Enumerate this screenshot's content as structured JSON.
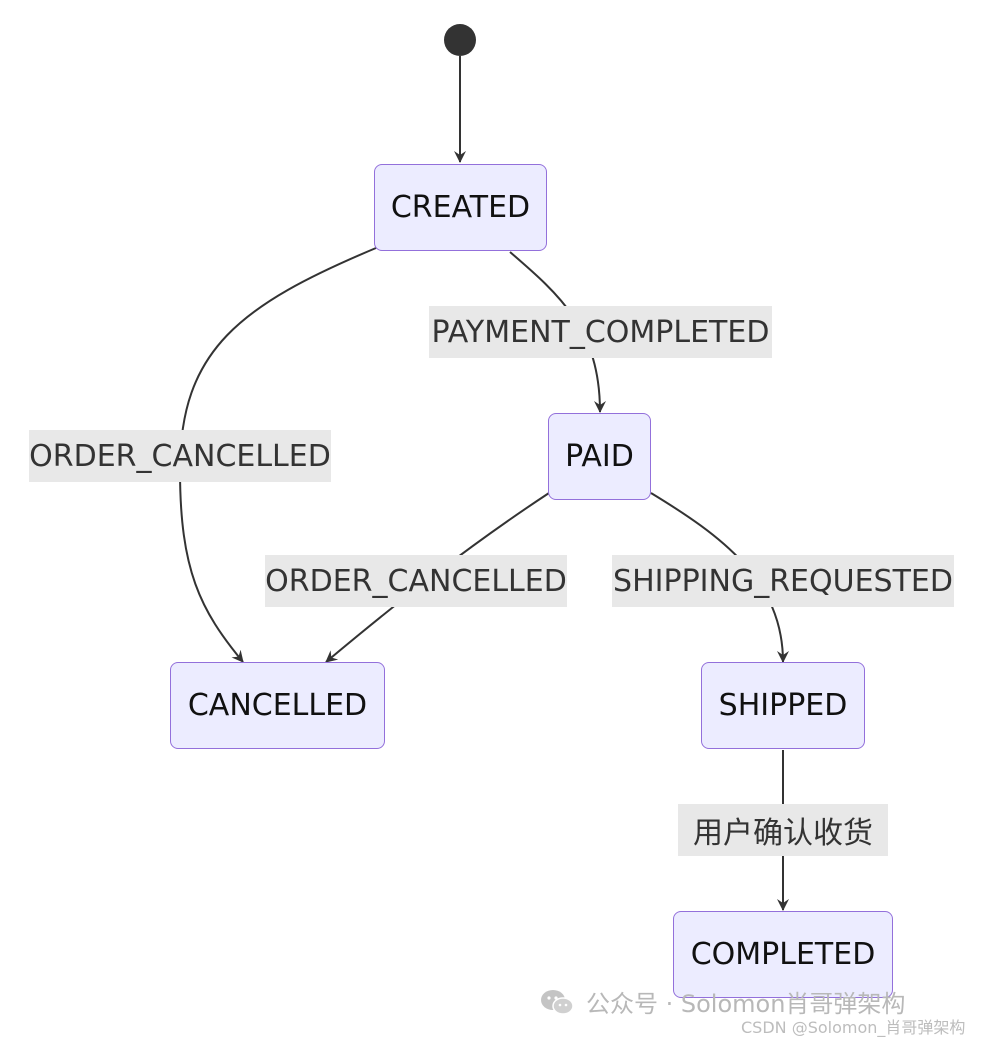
{
  "diagram": {
    "type": "state-diagram",
    "colors": {
      "state_fill": "#ECECFF",
      "state_border": "#9370DB",
      "edge": "#333333",
      "label_background": "#E8E8E8",
      "start_node": "#333333"
    },
    "states": {
      "created": "CREATED",
      "paid": "PAID",
      "cancelled": "CANCELLED",
      "shipped": "SHIPPED",
      "completed": "COMPLETED"
    },
    "transitions": [
      {
        "from": "start",
        "to": "CREATED",
        "label": ""
      },
      {
        "from": "CREATED",
        "to": "PAID",
        "label": "PAYMENT_COMPLETED"
      },
      {
        "from": "CREATED",
        "to": "CANCELLED",
        "label": "ORDER_CANCELLED"
      },
      {
        "from": "PAID",
        "to": "CANCELLED",
        "label": "ORDER_CANCELLED"
      },
      {
        "from": "PAID",
        "to": "SHIPPED",
        "label": "SHIPPING_REQUESTED"
      },
      {
        "from": "SHIPPED",
        "to": "COMPLETED",
        "label": "用户确认收货"
      }
    ]
  },
  "watermark": {
    "main": "公众号 · Solomon肖哥弹架构",
    "sub": "CSDN @Solomon_肖哥弹架构",
    "icon": "wechat-icon"
  }
}
